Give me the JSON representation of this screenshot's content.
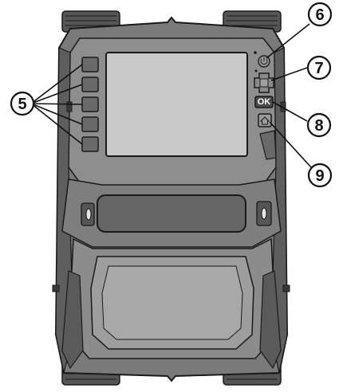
{
  "diagram": {
    "callouts": [
      {
        "id": "5",
        "label": "5"
      },
      {
        "id": "6",
        "label": "6"
      },
      {
        "id": "7",
        "label": "7"
      },
      {
        "id": "8",
        "label": "8"
      },
      {
        "id": "9",
        "label": "9"
      }
    ],
    "device": {
      "ok_button_label": "OK",
      "softkey_count": 5
    },
    "colors": {
      "body_dark": "#6e6e6e",
      "body_mid": "#8a8a8a",
      "body_light": "#a6a6a6",
      "screen": "#c9c9c9",
      "outline": "#1a1a1a"
    }
  }
}
